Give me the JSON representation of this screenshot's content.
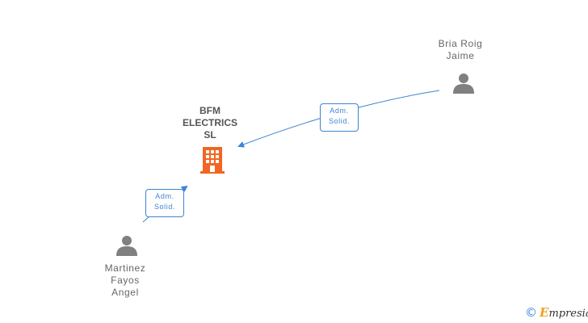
{
  "company": {
    "name_lines": [
      "BFM",
      "ELECTRICS",
      "SL"
    ],
    "icon": "building-icon",
    "icon_color": "#f26522"
  },
  "people": [
    {
      "id": "bria",
      "name_lines": [
        "Bria Roig",
        "Jaime"
      ],
      "icon": "person-icon"
    },
    {
      "id": "martinez",
      "name_lines": [
        "Martinez",
        "Fayos",
        "Angel"
      ],
      "icon": "person-icon"
    }
  ],
  "edges": [
    {
      "from": "bria",
      "to": "company",
      "label_lines": [
        "Adm.",
        "Solid."
      ]
    },
    {
      "from": "martinez",
      "to": "company",
      "label_lines": [
        "Adm.",
        "Solid."
      ]
    }
  ],
  "colors": {
    "edge": "#3d84d2",
    "person_icon": "#808080",
    "label_text": "#666666"
  },
  "footer": {
    "copyright_symbol": "©",
    "brand_initial": "E",
    "brand_rest": "mpresia"
  }
}
